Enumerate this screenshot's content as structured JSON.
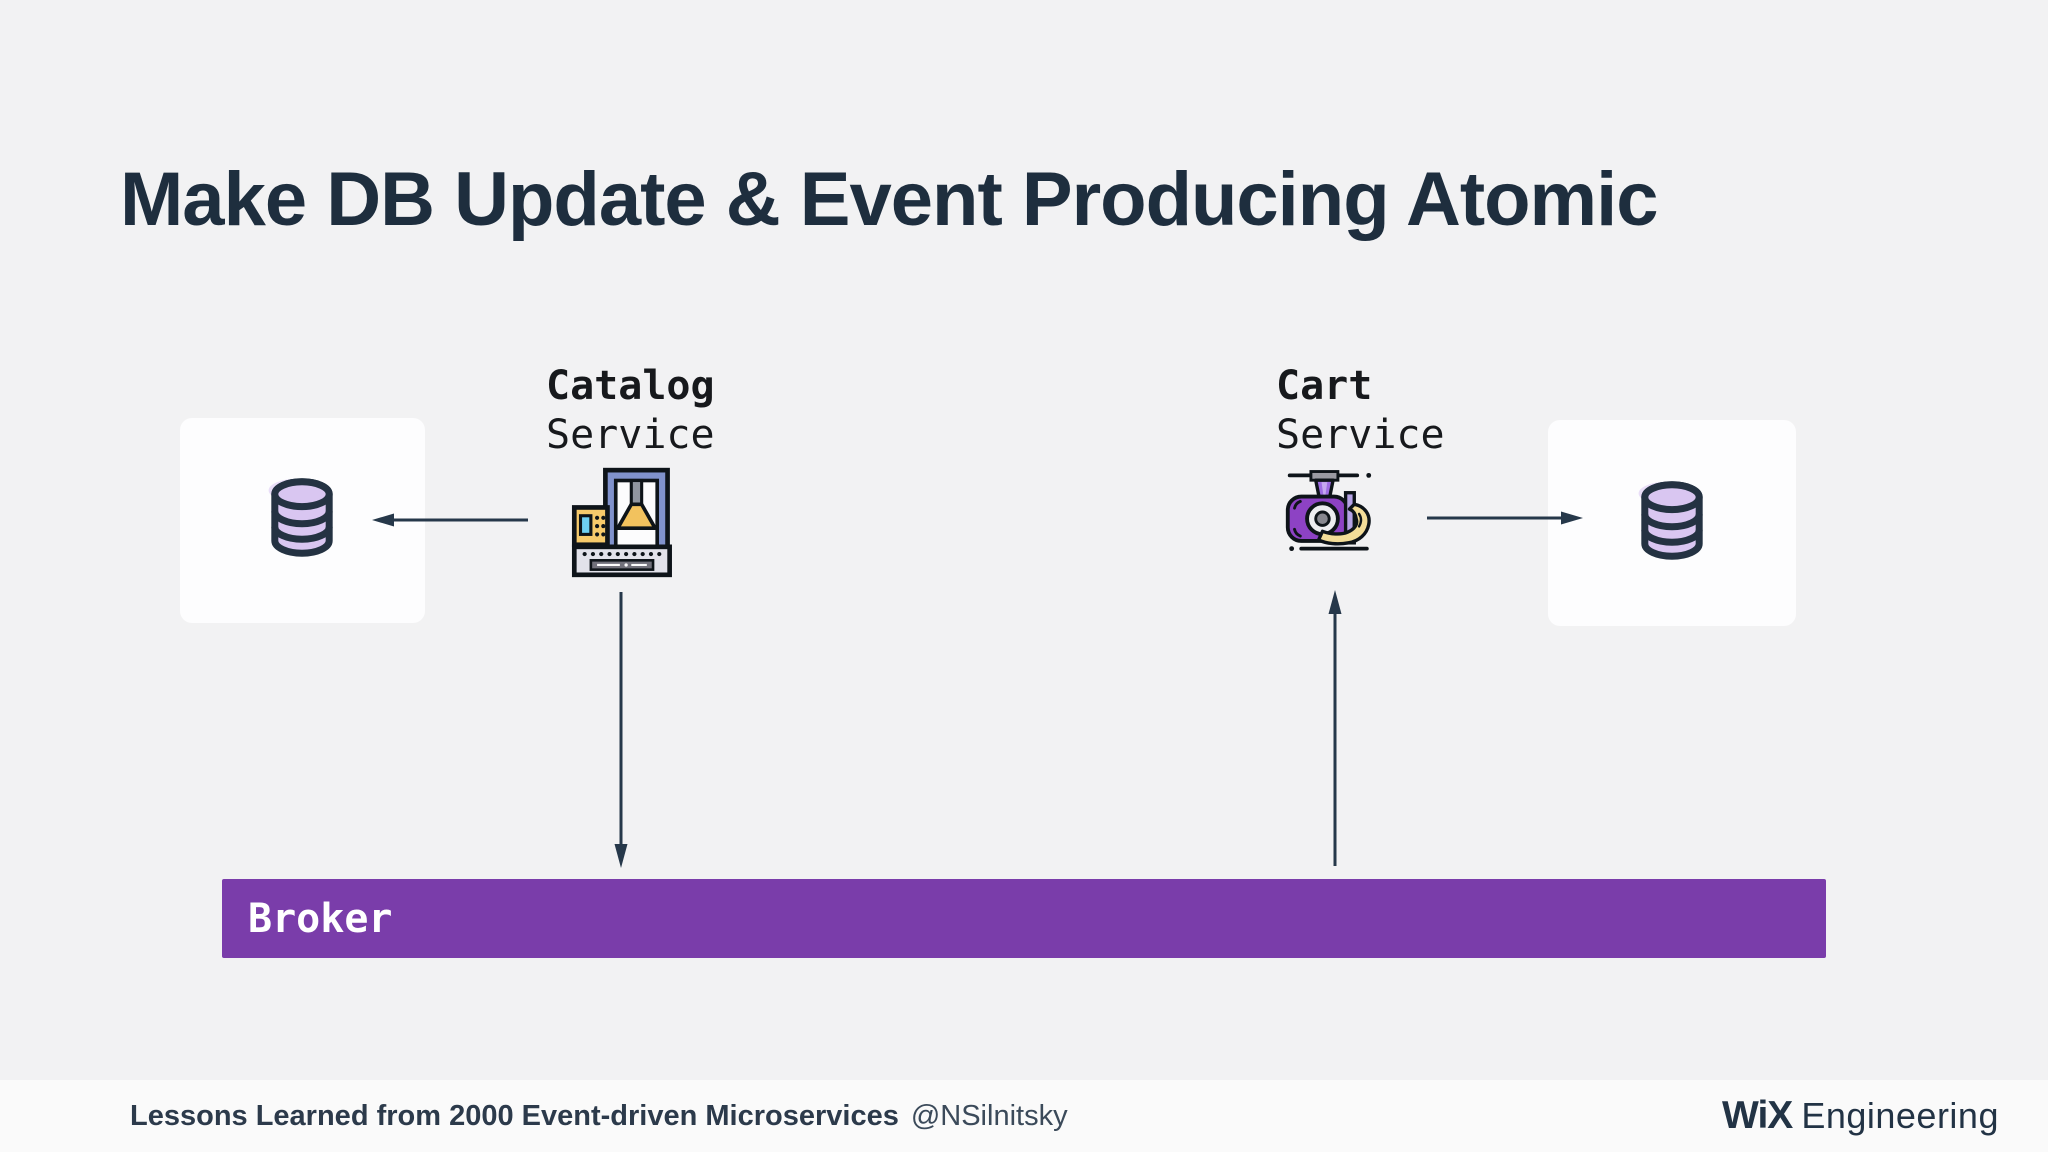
{
  "title": "Make DB Update & Event Producing Atomic",
  "services": {
    "catalog": {
      "line1": "Catalog",
      "line2": "Service"
    },
    "cart": {
      "line1": "Cart",
      "line2": "Service"
    }
  },
  "broker": {
    "label": "Broker"
  },
  "databases": {
    "left": {
      "icon": "database-icon"
    },
    "right": {
      "icon": "database-icon"
    }
  },
  "arrows": [
    {
      "id": "catalog-to-left-db",
      "direction": "left"
    },
    {
      "id": "catalog-to-broker",
      "direction": "down"
    },
    {
      "id": "broker-to-cart",
      "direction": "up"
    },
    {
      "id": "cart-to-right-db",
      "direction": "right"
    }
  ],
  "footer": {
    "lecture_title": "Lessons Learned from 2000 Event-driven Microservices",
    "handle": "@NSilnitsky",
    "brand": {
      "bold": "WiX",
      "regular": "Engineering"
    }
  },
  "colors": {
    "background": "#f2f2f3",
    "footer_background": "#fafafa",
    "title_text": "#1e2e3e",
    "broker_purple": "#7a3daa",
    "arrow": "#26384a",
    "database_fill": "#d9c6f1",
    "database_outline": "#243242",
    "card_background": "#fdfdfe"
  }
}
